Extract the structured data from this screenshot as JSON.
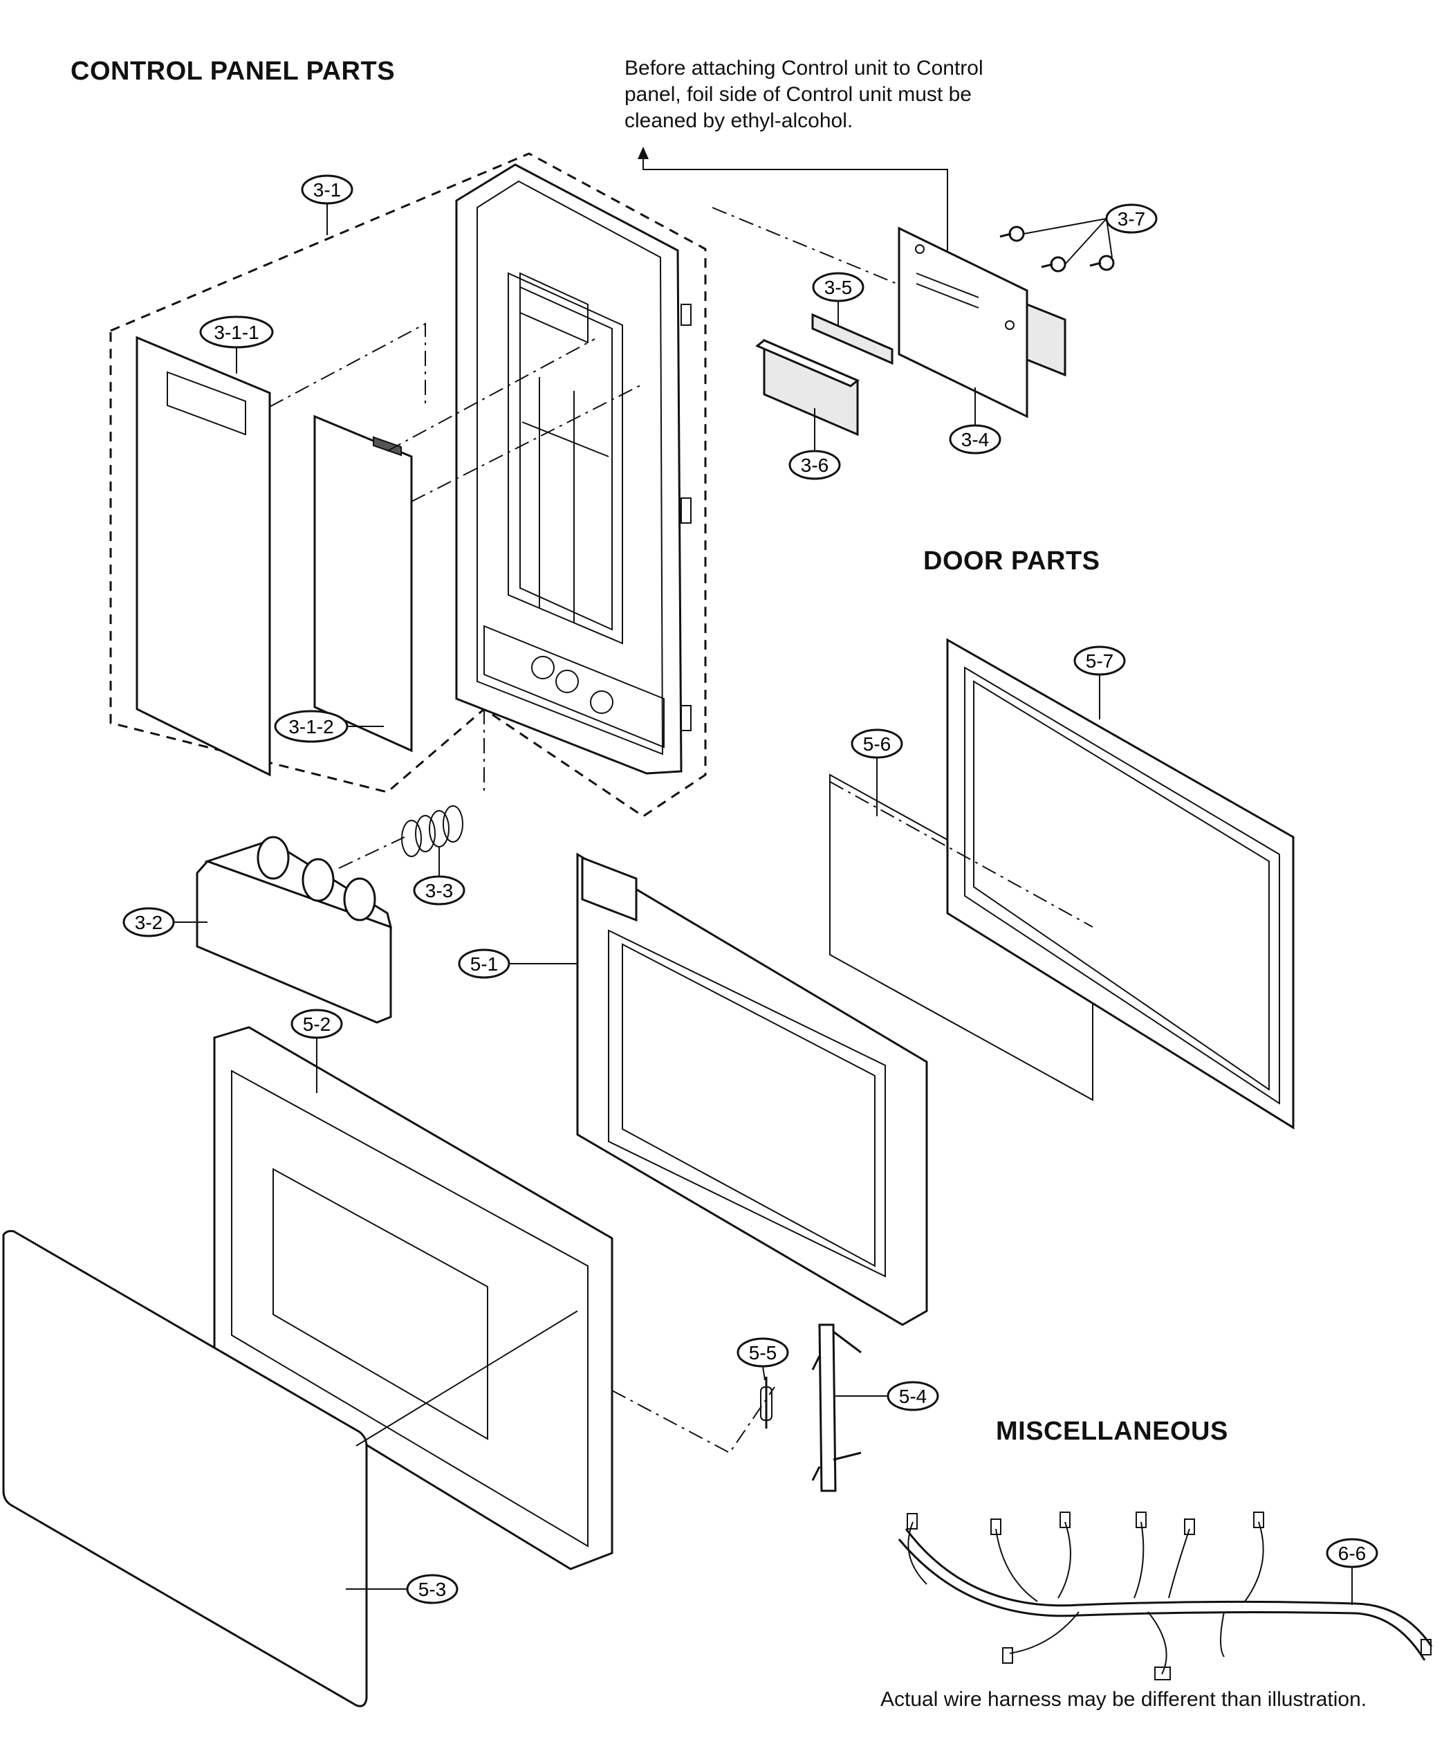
{
  "headings": {
    "control_panel": "CONTROL PANEL PARTS",
    "door": "DOOR PARTS",
    "misc": "MISCELLANEOUS"
  },
  "notes": {
    "control_unit_line1": "Before attaching Control unit to Control",
    "control_unit_line2": "panel, foil side of Control unit must be",
    "control_unit_line3": "cleaned by ethyl-alcohol.",
    "wire_harness": "Actual wire harness may be different than illustration."
  },
  "callouts": {
    "c3_1": "3-1",
    "c3_1_1": "3-1-1",
    "c3_1_2": "3-1-2",
    "c3_2": "3-2",
    "c3_3": "3-3",
    "c3_4": "3-4",
    "c3_5": "3-5",
    "c3_6": "3-6",
    "c3_7": "3-7",
    "c5_1": "5-1",
    "c5_2": "5-2",
    "c5_3": "5-3",
    "c5_4": "5-4",
    "c5_5": "5-5",
    "c5_6": "5-6",
    "c5_7": "5-7",
    "c6_6": "6-6"
  }
}
